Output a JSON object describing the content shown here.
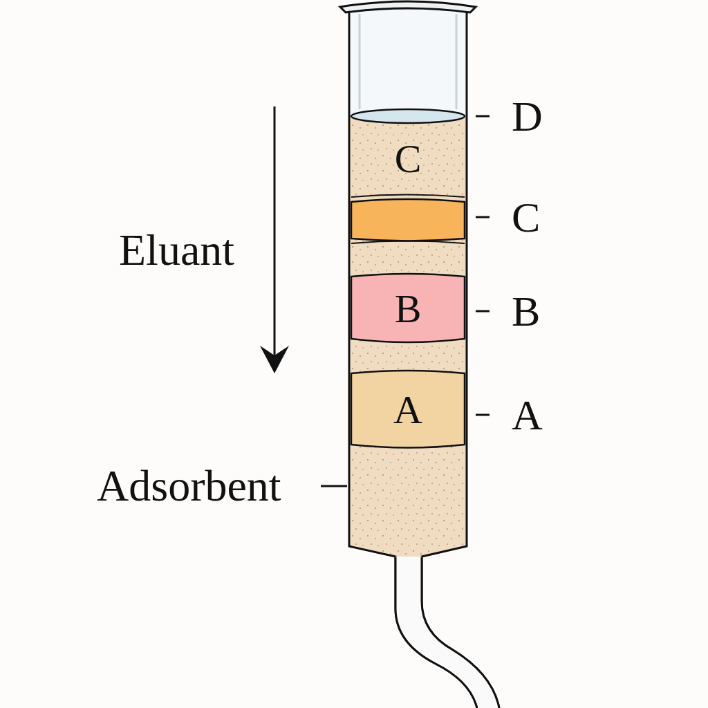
{
  "diagram": {
    "nodes": [
      {
        "text": [
          "C"
        ]
      },
      {
        "text": [
          "B"
        ]
      },
      {
        "text": [
          "A"
        ]
      }
    ],
    "labels": [
      "D",
      "C",
      "Eluant",
      "B",
      "A",
      "Adsorbent"
    ]
  }
}
